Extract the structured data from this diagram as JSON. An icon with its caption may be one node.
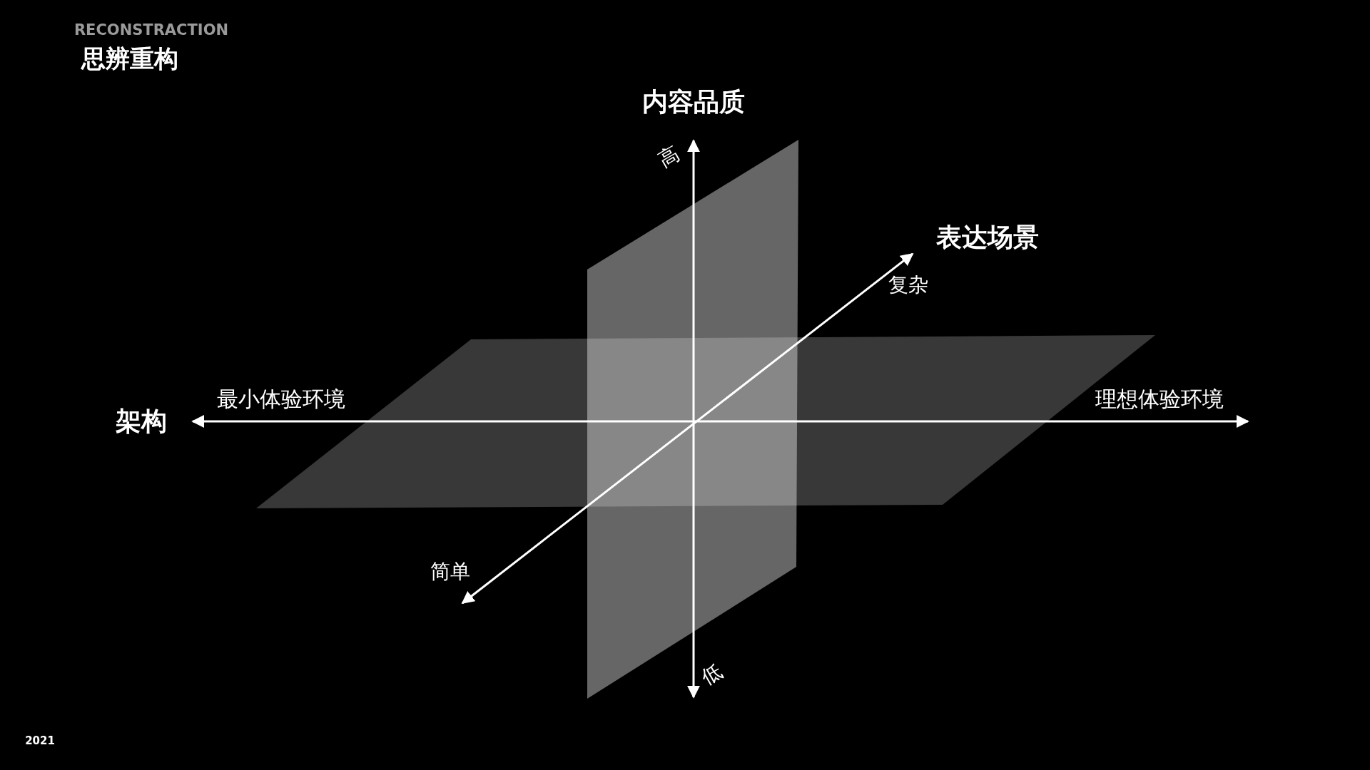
{
  "diagram": {
    "title": "思辨重构",
    "labels": [
      "RECONSTRACTION",
      "内容品质",
      "高",
      "表达场景",
      "复杂",
      "架构",
      "最小体验环境",
      "理想体验环境",
      "简单",
      "低",
      "2021"
    ]
  }
}
